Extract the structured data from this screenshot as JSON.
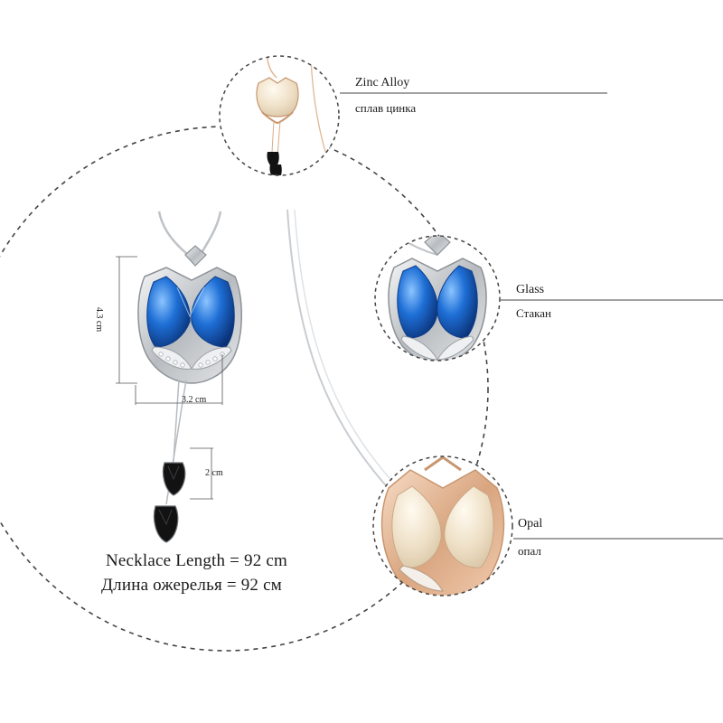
{
  "materials": [
    {
      "name_en": "Zinc Alloy",
      "name_ru": "сплав цинка"
    },
    {
      "name_en": "Glass",
      "name_ru": "Стакан"
    },
    {
      "name_en": "Opal",
      "name_ru": "опал"
    }
  ],
  "dimensions": {
    "height": "4.3 cm",
    "width": "3.2 cm",
    "drop": "2 cm"
  },
  "length": {
    "en": "Necklace Length = 92 cm",
    "ru": "Длина ожерелья = 92 см"
  },
  "colors": {
    "outline_dash": "#555555",
    "glass_blue": "#1e63c7",
    "glass_dark": "#0d3d8a",
    "silver": "#c9cdd1",
    "rose_gold": "#e2b693",
    "opal": "#f1e6d3",
    "onyx": "#121212"
  }
}
